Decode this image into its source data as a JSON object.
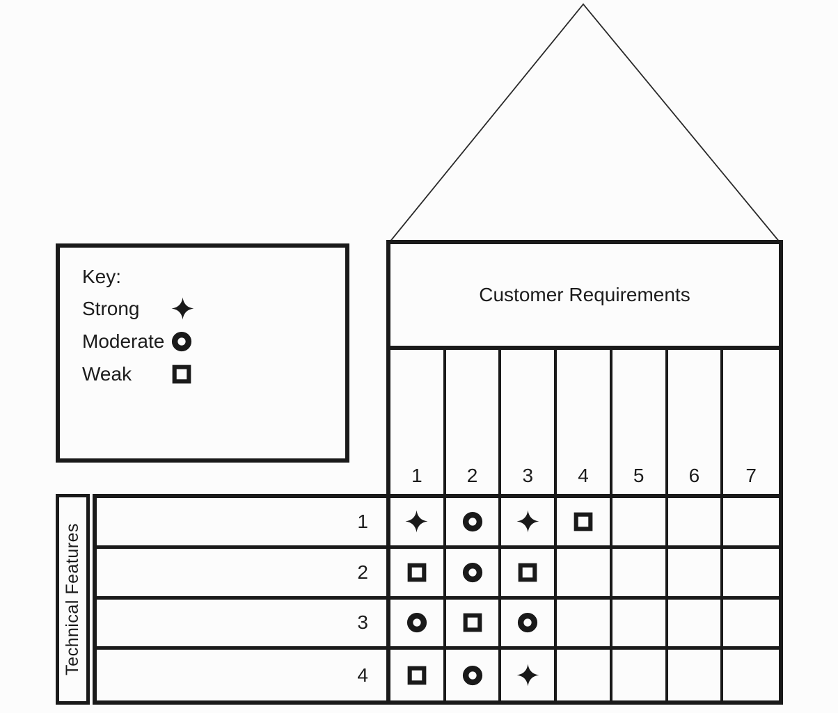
{
  "key_panel": {
    "title": "Key:",
    "items": [
      {
        "label": "Strong",
        "symbol": "star"
      },
      {
        "label": "Moderate",
        "symbol": "ring"
      },
      {
        "label": "Weak",
        "symbol": "square"
      }
    ]
  },
  "customer_requirements": {
    "title": "Customer Requirements",
    "column_numbers": [
      "1",
      "2",
      "3",
      "4",
      "5",
      "6",
      "7"
    ]
  },
  "technical_features": {
    "label": "Technical Features",
    "row_numbers": [
      "1",
      "2",
      "3",
      "4"
    ]
  },
  "relationship_matrix": {
    "symbol_legend": {
      "star": "Strong",
      "ring": "Moderate",
      "square": "Weak"
    },
    "rows": [
      [
        "star",
        "ring",
        "star",
        "square",
        "",
        "",
        ""
      ],
      [
        "square",
        "ring",
        "square",
        "",
        "",
        "",
        ""
      ],
      [
        "ring",
        "square",
        "ring",
        "",
        "",
        "",
        ""
      ],
      [
        "square",
        "ring",
        "star",
        "",
        "",
        "",
        ""
      ]
    ]
  },
  "colors": {
    "line": "#1a1a1a",
    "background": "#fcfcfc",
    "text": "#1c1c1c"
  }
}
